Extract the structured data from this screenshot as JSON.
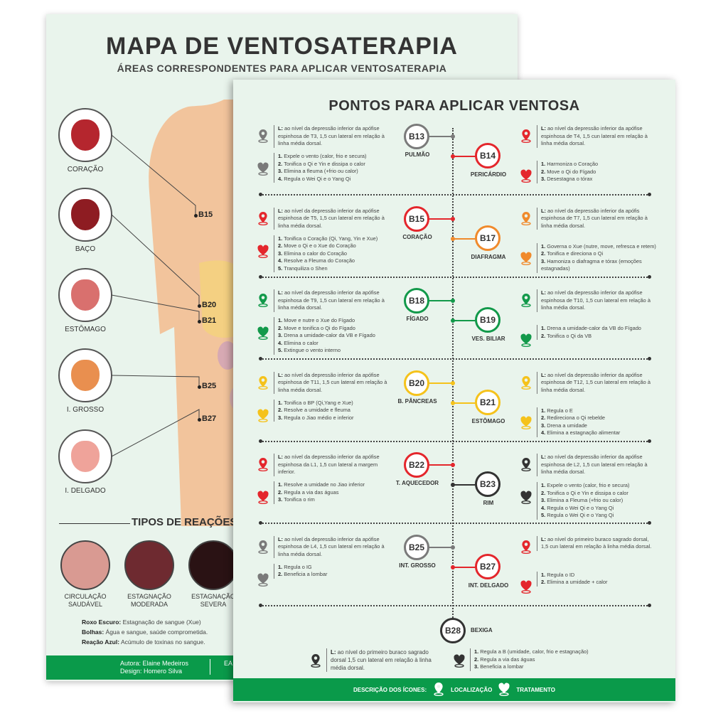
{
  "back_poster": {
    "title": "MAPA DE VENTOSATERAPIA",
    "subtitle": "ÁREAS CORRESPONDENTES PARA APLICAR VENTOSATERAPIA",
    "organs": [
      {
        "label": "CORAÇÃO",
        "color": "#b5262e"
      },
      {
        "label": "BAÇO",
        "color": "#8e1c22"
      },
      {
        "label": "ESTÔMAGO",
        "color": "#d9706e"
      },
      {
        "label": "I. GROSSO",
        "color": "#e98f4f"
      },
      {
        "label": "I. DELGADO",
        "color": "#efa39a"
      }
    ],
    "body_points": [
      "B15",
      "B20",
      "B21",
      "B25",
      "B27"
    ],
    "reactions_title": "TIPOS DE REAÇÕES",
    "reactions": [
      {
        "line1": "CIRCULAÇÃO",
        "line2": "SAUDÁVEL",
        "color": "#d99a92"
      },
      {
        "line1": "ESTAGNAÇÃO",
        "line2": "MODERADA",
        "color": "#6e2a30"
      },
      {
        "line1": "ESTAGNAÇÃO",
        "line2": "SEVERA",
        "color": "#2a1214"
      }
    ],
    "notes": [
      {
        "term": "Roxo Escuro:",
        "text": " Estagnação de sangue (Xue)"
      },
      {
        "term": "Bolhas:",
        "text": " Água e sangue, saúde comprometida."
      },
      {
        "term": "Reação Azul:",
        "text": " Acúmulo de toxinas no sangue."
      }
    ],
    "footer": {
      "author": "Autora: Elaine Medeiros",
      "design": "Design: Homero Silva",
      "extra": "EA"
    }
  },
  "front_poster": {
    "title": "PONTOS PARA APLICAR VENTOSA",
    "rows": [
      {
        "left": {
          "code": "B13",
          "name": "PULMÃO",
          "color": "#7a7a7a",
          "location": "ao nível da depressão inferior da apófise espinhosa de T3, 1,5 cun lateral em relação à linha média dorsal.",
          "treatments": [
            "Expele o vento (calor, frio e secura)",
            "Tonifica o Qi e Yin e dissipa o calor",
            "Elimina a fleuma (+frio ou calor)",
            "Regula o Wei Qi e o Yang Qi"
          ]
        },
        "right": {
          "code": "B14",
          "name": "PERICÁRDIO",
          "color": "#e4262c",
          "location": "ao nível da depressão inferior da apófise espinhosa de T4, 1,5 cun lateral em relação à linha média dorsal.",
          "treatments": [
            "Harmoniza o Coração",
            "Move o Qi do Fígado",
            "Desestagna o tórax"
          ]
        }
      },
      {
        "left": {
          "code": "B15",
          "name": "CORAÇÃO",
          "color": "#e4262c",
          "location": "ao nível da depressão inferior da apófise espinhosa de T5, 1,5 cun lateral em relação à linha média dorsal.",
          "treatments": [
            "Tonifica o Coração (Qi, Yang, Yin e Xue)",
            "Move o Qi e o Xue do Coração",
            "Elimina o calor do Coração",
            "Resolve a Fleuma do Coração",
            "Tranquiliza o Shen"
          ]
        },
        "right": {
          "code": "B17",
          "name": "DIAFRAGMA",
          "color": "#f08a2c",
          "location": "ao nível da depressão inferior da apófis espinhosa de T7, 1,5 cun lateral em relação à linha média dorsal.",
          "treatments": [
            "Governa o Xue (nutre, move, refresca e retem)",
            "Tonifica e direciona o Qi",
            "Hamoniza  o diafragma e tórax (emoções estagnadas)"
          ]
        }
      },
      {
        "left": {
          "code": "B18",
          "name": "FÍGADO",
          "color": "#12994a",
          "location": "ao nível da depressão inferior da apófise espinhosa de T9, 1,5 cun lateral em relação à linha média dorsal.",
          "treatments": [
            "Move e nutre o Xue do Fígado",
            "Move e tonifica o Qi do Fígado",
            "Drena a umidade-calor da VB e Fígado",
            "Elimina o calor",
            "Extingue o vento interno"
          ]
        },
        "right": {
          "code": "B19",
          "name": "VES. BILIAR",
          "color": "#12994a",
          "location": "ao nível da depressão inferior da apófise espinhosa de T10, 1,5 cun lateral em relação à linha média dorsal.",
          "treatments": [
            "Drena a umidade-calor da VB do Fígado",
            "Tonifica o Qi da VB"
          ]
        }
      },
      {
        "left": {
          "code": "B20",
          "name": "B. PÂNCREAS",
          "color": "#f5c21b",
          "location": "ao nível da depressão inferior da apófise espinhosa de T11, 1,5 cun lateral em relação à linha média dorsal.",
          "treatments": [
            "Tonifica o BP (Qi,Yang e Xue)",
            "Resolve a umidade e fleuma",
            "Regula o Jiao médio e inferior"
          ]
        },
        "right": {
          "code": "B21",
          "name": "ESTÔMAGO",
          "color": "#f5c21b",
          "location": "ao nível da depressão inferior da apófise espinhosa de T12, 1,5 cun lateral em relação à linha média dorsal.",
          "treatments": [
            "Regula o E",
            "Redireciona o Qi rebelde",
            "Drena a umidade",
            "Elimina a estagnação alimentar"
          ]
        }
      },
      {
        "left": {
          "code": "B22",
          "name": "T. AQUECEDOR",
          "color": "#e4262c",
          "location": "ao nível da depressão inferior da apófise espinhosa da L1, 1,5 cun lateral a margem inferior.",
          "treatments": [
            "Resolve a umidade no Jiao inferior",
            "Regula a via das águas",
            "Tonifica o rim"
          ]
        },
        "right": {
          "code": "B23",
          "name": "RIM",
          "color": "#333333",
          "location": "ao nível da depressão inferior da apófise espinhosa de L2, 1,5 cun lateral em relação à linha média dorsal.",
          "treatments": [
            "Expele o vento (calor, frio e secura)",
            "Tonifica o Qi e Yin e dissipa o calor",
            "Elimina a Fleuma (+frio ou calor)",
            "Regula o Wei Qi e o Yang Qi",
            "Regula o Wei Qi e o Yang Qi"
          ]
        }
      },
      {
        "left": {
          "code": "B25",
          "name": "INT. GROSSO",
          "color": "#7a7a7a",
          "location": "ao nível da depressão inferior da apófise espinhosa de L4, 1,5 cun lateral em relação à linha média dorsal.",
          "treatments": [
            "Regula o IG",
            "Beneficia a lombar"
          ]
        },
        "right": {
          "code": "B27",
          "name": "INT. DELGADO",
          "color": "#e4262c",
          "location": "ao nível do primeiro buraco sagrado dorsal, 1,5 cun lateral em relação à linha média dorsal.",
          "treatments": [
            "Regula o ID",
            "Elimina a umidade + calor"
          ]
        }
      }
    ],
    "last": {
      "code": "B28",
      "name": "BEXIGA",
      "color": "#333333",
      "location": "ao nível do primeiro buraco sagrado dorsal 1,5 cun lateral em relação à linha média dorsal.",
      "treatments": [
        "Regula a B (umidade, calor, frio e estagnação)",
        "Regula a via das águas",
        "Beneficia a lombar"
      ]
    },
    "location_prefix": "L:",
    "legend": {
      "label": "DESCRIÇÃO DOS ÍCONES:",
      "location": "LOCALIZAÇÃO",
      "treatment": "TRATAMENTO"
    },
    "accent": "#0a9a4a"
  }
}
